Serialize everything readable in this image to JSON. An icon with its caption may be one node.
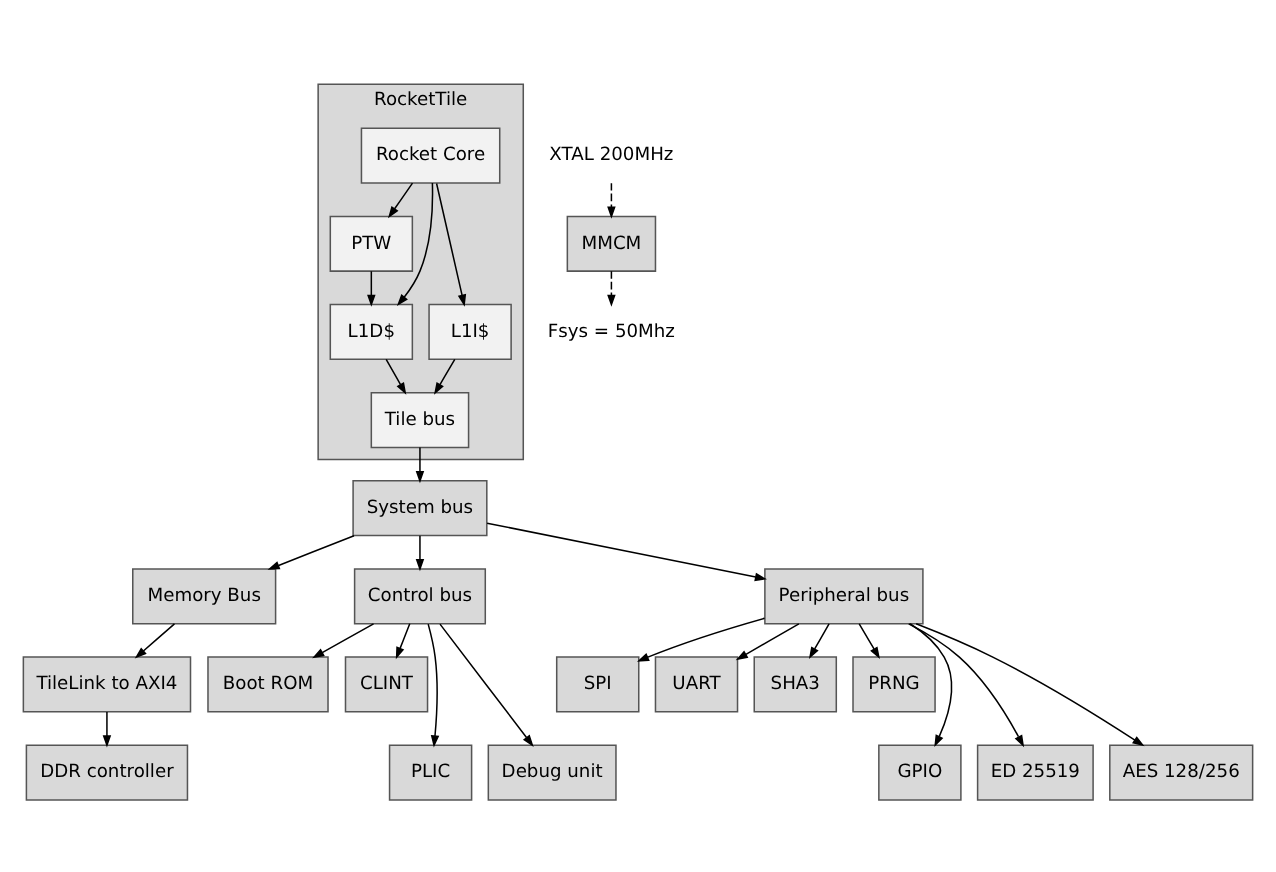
{
  "diagram": {
    "nodes": [
      {
        "text": [
          "RocketTile"
        ]
      },
      {
        "text": [
          "Rocket Core"
        ],
        "in": 0
      },
      {
        "text": [
          "PTW"
        ],
        "in": 0
      },
      {
        "text": [
          "L1I$"
        ],
        "in": 0
      },
      {
        "text": [
          "L1D$"
        ],
        "in": 0
      },
      {
        "text": [
          "Tile bus"
        ],
        "in": 0
      },
      {
        "text": [
          "MMCM"
        ]
      },
      {
        "text": [
          "System bus"
        ]
      },
      {
        "text": [
          "Memory Bus"
        ]
      },
      {
        "text": [
          "Control bus"
        ]
      },
      {
        "text": [
          "Peripheral bus"
        ]
      },
      {
        "text": [
          "TileLink to AXI4"
        ]
      },
      {
        "text": [
          "Boot ROM"
        ]
      },
      {
        "text": [
          "CLINT"
        ]
      },
      {
        "text": [
          "PLIC"
        ]
      },
      {
        "text": [
          "Debug unit"
        ]
      },
      {
        "text": [
          "DDR controller"
        ]
      },
      {
        "text": [
          "SPI"
        ]
      },
      {
        "text": [
          "UART"
        ]
      },
      {
        "text": [
          "SHA3"
        ]
      },
      {
        "text": [
          "PRNG"
        ]
      },
      {
        "text": [
          "GPIO"
        ]
      },
      {
        "text": [
          "ED 25519"
        ]
      },
      {
        "text": [
          "AES 128/256"
        ]
      },
      {
        "text": [
          "XTAL 200MHz"
        ]
      },
      {
        "text": [
          "Fsys = 50Mhz"
        ]
      }
    ],
    "edges": [
      {
        "from": 1,
        "to": 2,
        "arrow": "to"
      },
      {
        "from": 1,
        "to": 3,
        "arrow": "to"
      },
      {
        "from": 1,
        "to": 4,
        "arrow": "to"
      },
      {
        "from": 2,
        "to": 4,
        "arrow": "to"
      },
      {
        "from": 3,
        "to": 5,
        "arrow": "to"
      },
      {
        "from": 4,
        "to": 5,
        "arrow": "to"
      },
      {
        "from": 5,
        "to": 7,
        "arrow": "to"
      },
      {
        "from": 24,
        "to": 6,
        "arrow": "to",
        "style": "dashed"
      },
      {
        "from": 6,
        "to": 25,
        "arrow": "to",
        "style": "dashed"
      },
      {
        "from": 7,
        "to": 8,
        "arrow": "to"
      },
      {
        "from": 7,
        "to": 9,
        "arrow": "to"
      },
      {
        "from": 7,
        "to": 10,
        "arrow": "to"
      },
      {
        "from": 8,
        "to": 11,
        "arrow": "to"
      },
      {
        "from": 11,
        "to": 16,
        "arrow": "to"
      },
      {
        "from": 9,
        "to": 12,
        "arrow": "to"
      },
      {
        "from": 9,
        "to": 13,
        "arrow": "to"
      },
      {
        "from": 9,
        "to": 14,
        "arrow": "to"
      },
      {
        "from": 9,
        "to": 15,
        "arrow": "to"
      },
      {
        "from": 10,
        "to": 17,
        "arrow": "to"
      },
      {
        "from": 10,
        "to": 18,
        "arrow": "to"
      },
      {
        "from": 10,
        "to": 19,
        "arrow": "to"
      },
      {
        "from": 10,
        "to": 20,
        "arrow": "to"
      },
      {
        "from": 10,
        "to": 21,
        "arrow": "to"
      },
      {
        "from": 10,
        "to": 22,
        "arrow": "to"
      },
      {
        "from": 10,
        "to": 23,
        "arrow": "to"
      }
    ]
  }
}
